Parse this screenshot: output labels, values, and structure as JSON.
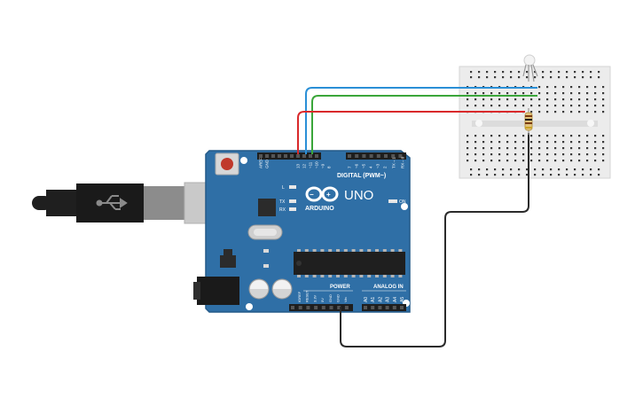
{
  "board": {
    "logo_text": "ARDUINO",
    "model": "UNO",
    "digital_label": "DIGITAL (PWM~)",
    "power_label": "POWER",
    "analog_label": "ANALOG IN",
    "on_label": "ON",
    "led_l": "L",
    "led_tx": "TX",
    "led_rx": "RX",
    "header_top_labels": [
      "AREF",
      "GND",
      "13",
      "12",
      "~11",
      "~10",
      "~9",
      "8",
      "7",
      "~6",
      "~5",
      "4",
      "~3",
      "2",
      "TX→1",
      "RX←0"
    ],
    "power_pins": [
      "IOREF",
      "RESET",
      "3.3V",
      "5V",
      "GND",
      "GND",
      "Vin"
    ],
    "analog_pins": [
      "A0",
      "A1",
      "A2",
      "A3",
      "A4",
      "A5"
    ]
  },
  "colors": {
    "board": "#2f6fa6",
    "board_edge": "#245a88",
    "wire_red": "#d9292b",
    "wire_green": "#3aa63a",
    "wire_blue": "#2a8fd6",
    "wire_black": "#2b2b2b",
    "breadboard": "#ececec",
    "usb_cable": "#1f1f1f"
  }
}
